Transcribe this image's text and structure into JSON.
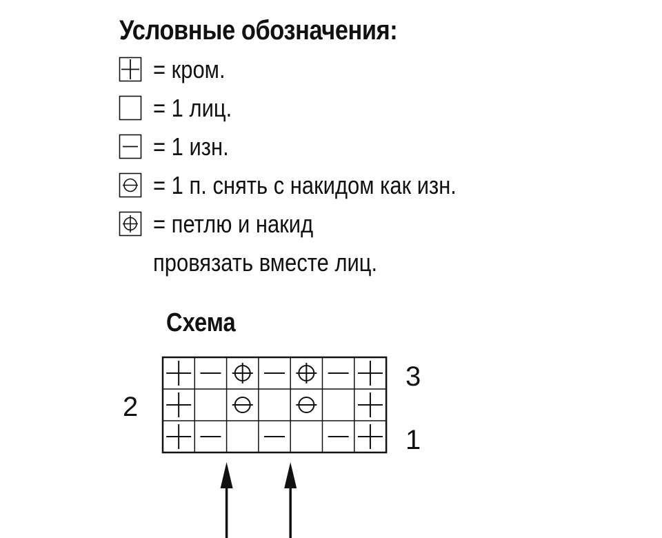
{
  "legend": {
    "title": "Условные обозначения:",
    "items": [
      {
        "symbol": "edge",
        "text": "= кром."
      },
      {
        "symbol": "knit",
        "text": "= 1 лиц."
      },
      {
        "symbol": "purl",
        "text": "= 1 изн."
      },
      {
        "symbol": "slip-yo",
        "text": "= 1 п. снять с накидом как изн."
      },
      {
        "symbol": "knit-tog-yo",
        "text": "= петлю и накид"
      }
    ],
    "continuation": "провязать вместе лиц."
  },
  "scheme": {
    "title": "Схема",
    "row_labels": {
      "row1": "1",
      "row2": "2",
      "row3": "3"
    },
    "grid": [
      [
        "edge",
        "purl",
        "knit-tog-yo",
        "purl",
        "knit-tog-yo",
        "purl",
        "edge"
      ],
      [
        "edge",
        "knit",
        "slip-yo",
        "knit",
        "slip-yo",
        "knit",
        "edge"
      ],
      [
        "edge",
        "purl",
        "knit",
        "purl",
        "knit",
        "purl",
        "edge"
      ]
    ],
    "repeat_arrows_after_columns": [
      1,
      3
    ]
  }
}
